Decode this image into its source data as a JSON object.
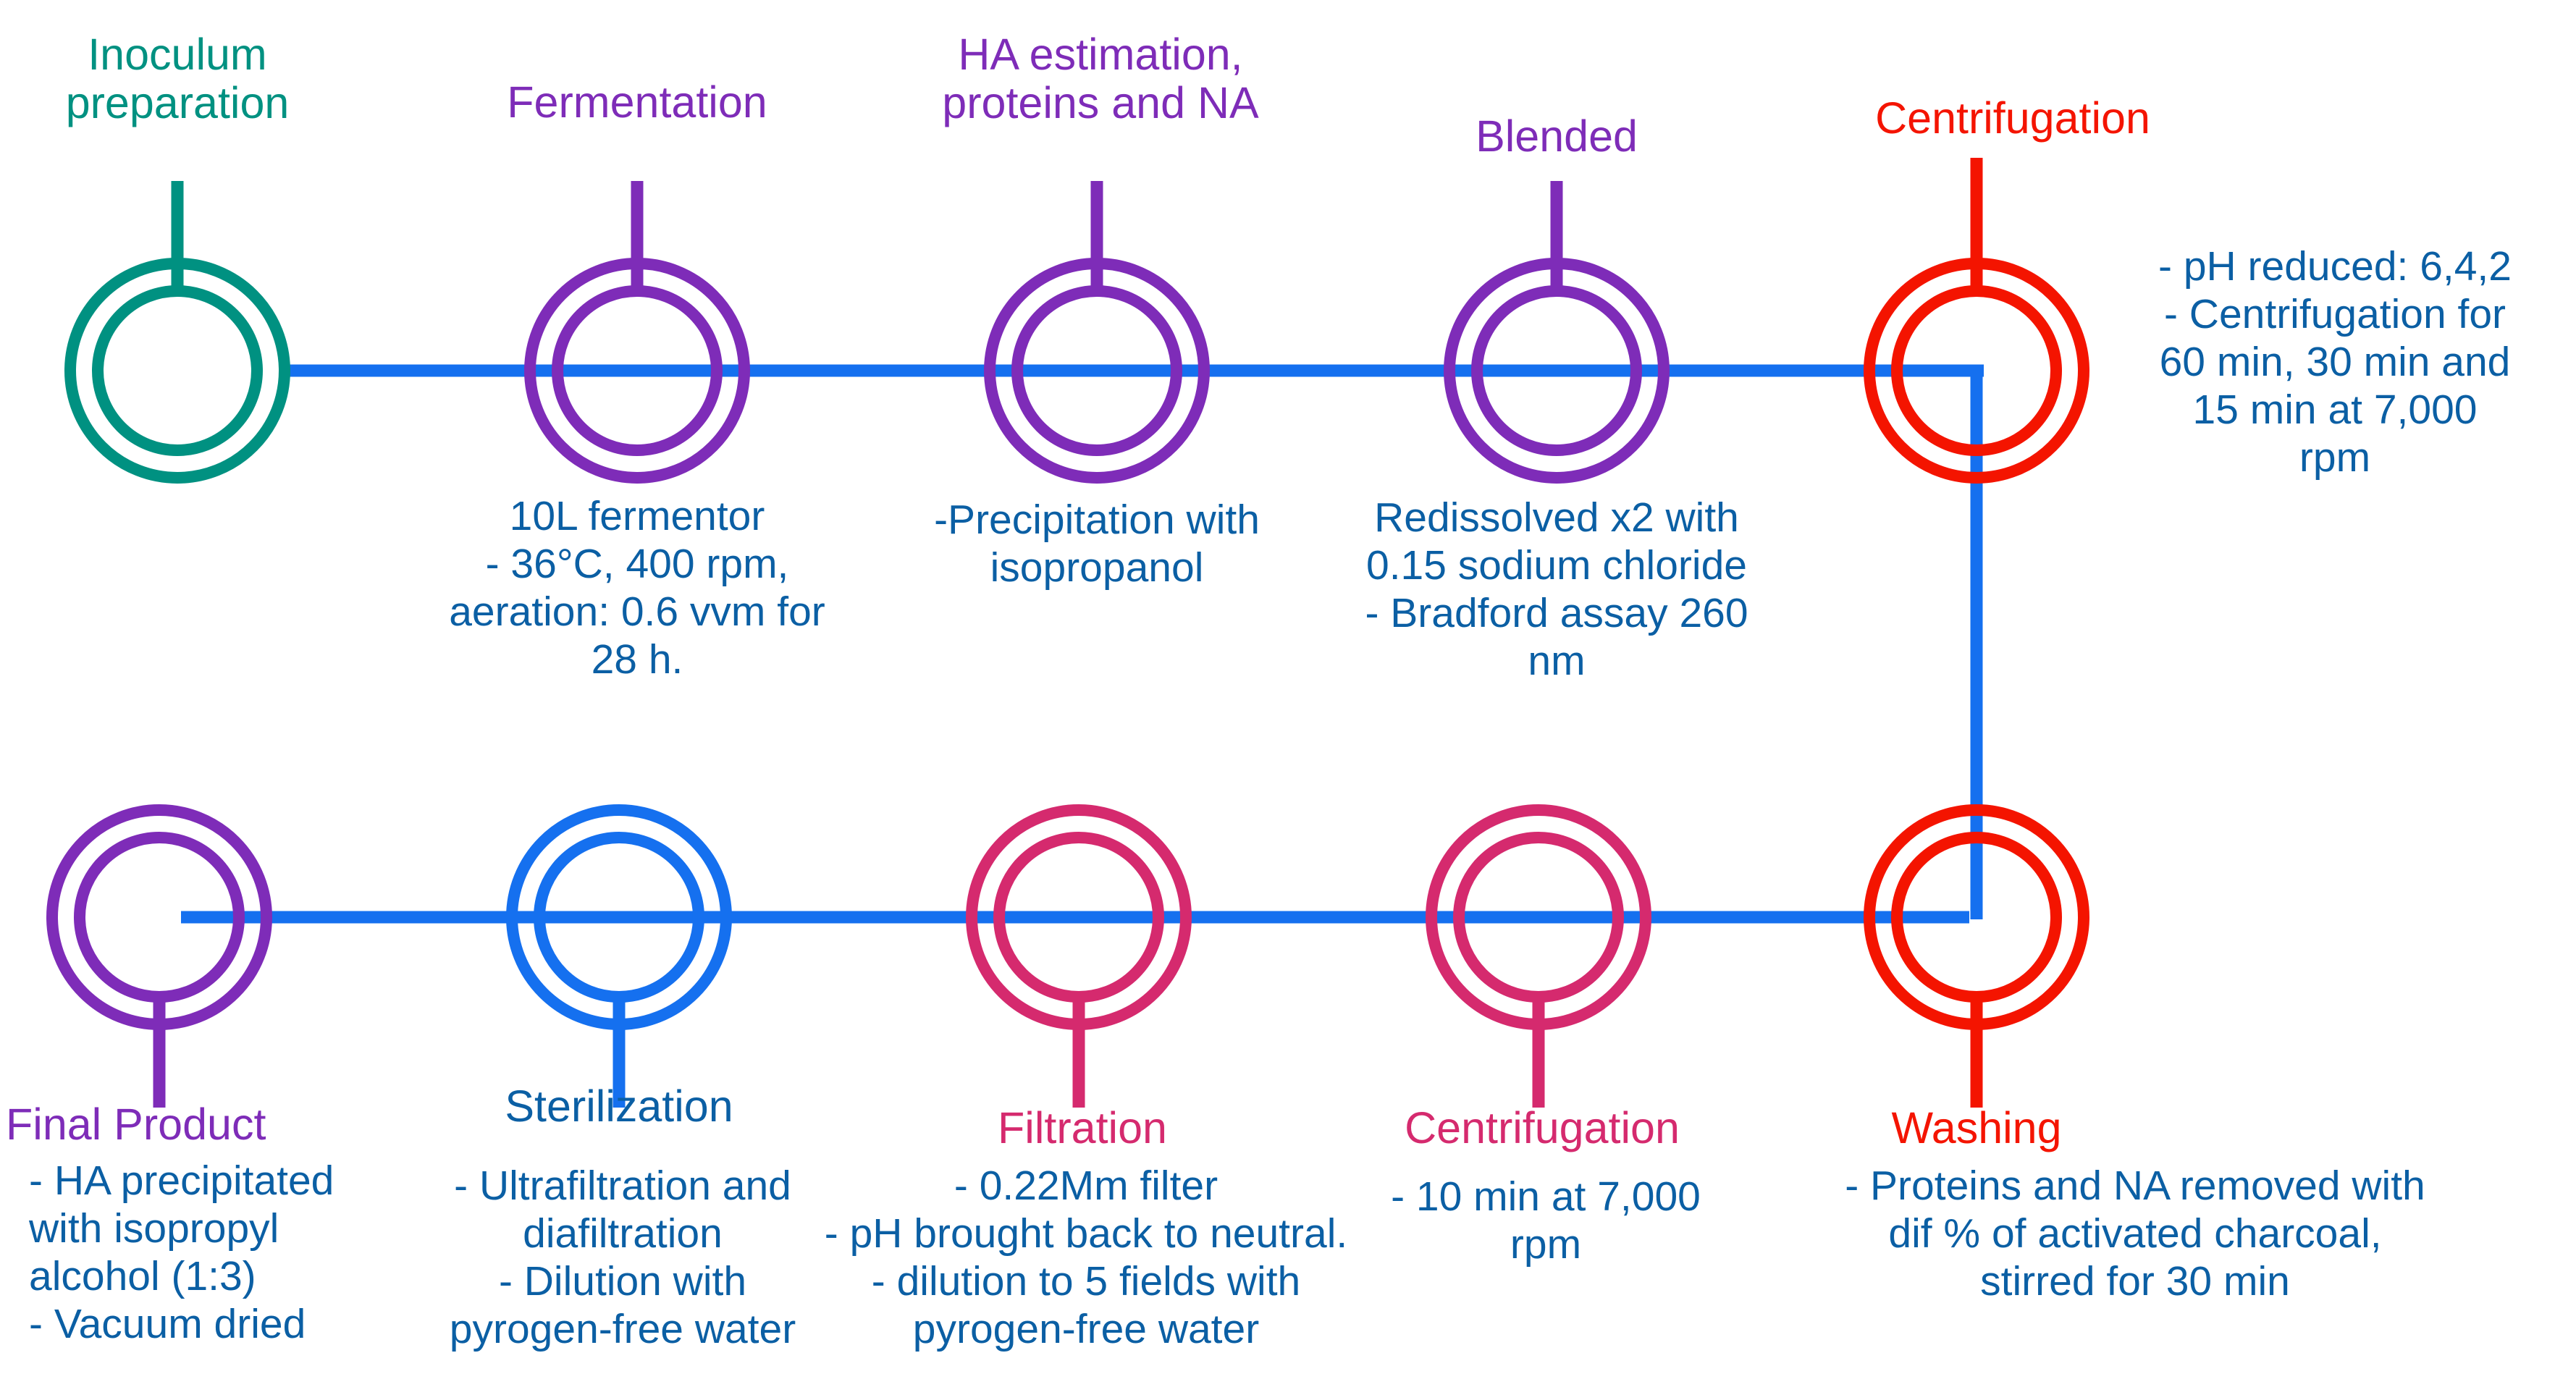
{
  "diagram": {
    "title_text": "Hyaluronic acid production and downstream processing flow",
    "palette": {
      "teal": "#009181",
      "purple": "#7E2CB8",
      "red": "#F41400",
      "pink": "#D52A6E",
      "blue_link": "#1570EF",
      "desc_navy": "#0B5FA4",
      "background": "#FFFFFF"
    },
    "nodes": [
      {
        "id": "inoculum-preparation",
        "label": "Inoculum\npreparation",
        "label_color": "#009181",
        "ring_color": "#009181",
        "stem": "up",
        "description": ""
      },
      {
        "id": "fermentation",
        "label": "Fermentation",
        "label_color": "#7E2CB8",
        "ring_color": "#7E2CB8",
        "stem": "up",
        "description": "10L fermentor\n- 36°C, 400 rpm,\naeration: 0.6 vvm for\n28 h."
      },
      {
        "id": "ha-estimation",
        "label": "HA estimation,\nproteins and NA",
        "label_color": "#7E2CB8",
        "ring_color": "#7E2CB8",
        "stem": "up",
        "description": "-Precipitation with\nisopropanol"
      },
      {
        "id": "blended",
        "label": "Blended",
        "label_color": "#7E2CB8",
        "ring_color": "#7E2CB8",
        "stem": "up",
        "description": "Redissolved x2 with\n0.15 sodium chloride\n- Bradford assay 260\nnm"
      },
      {
        "id": "centrifugation-top",
        "label": "Centrifugation",
        "label_color": "#F41400",
        "ring_color": "#F41400",
        "stem": "up",
        "description": "- pH reduced: 6,4,2\n- Centrifugation for\n60 min, 30 min and\n15 min at 7,000\nrpm"
      },
      {
        "id": "washing",
        "label": "Washing",
        "label_color": "#F41400",
        "ring_color": "#F41400",
        "stem": "down",
        "description": "- Proteins and NA removed with\ndif % of activated charcoal,\nstirred for 30 min"
      },
      {
        "id": "centrifugation-bottom",
        "label": "Centrifugation",
        "label_color": "#D52A6E",
        "ring_color": "#D52A6E",
        "stem": "down",
        "description": "- 10 min at 7,000\nrpm"
      },
      {
        "id": "filtration",
        "label": "Filtration",
        "label_color": "#D52A6E",
        "ring_color": "#D52A6E",
        "stem": "down",
        "description": "- 0.22Mm filter\n- pH brought back to neutral.\n- dilution to 5 fields with\npyrogen-free water"
      },
      {
        "id": "sterilization",
        "label": "Sterilization",
        "label_color": "#0B5FA4",
        "ring_color": "#1570EF",
        "stem": "down",
        "description": "- Ultrafiltration and\ndiafiltration\n- Dilution with\npyrogen-free water"
      },
      {
        "id": "final-product",
        "label": "Final Product",
        "label_color": "#7E2CB8",
        "ring_color": "#7E2CB8",
        "stem": "down",
        "description": "- HA precipitated\nwith isopropyl\nalcohol (1:3)\n- Vacuum dried"
      }
    ]
  }
}
